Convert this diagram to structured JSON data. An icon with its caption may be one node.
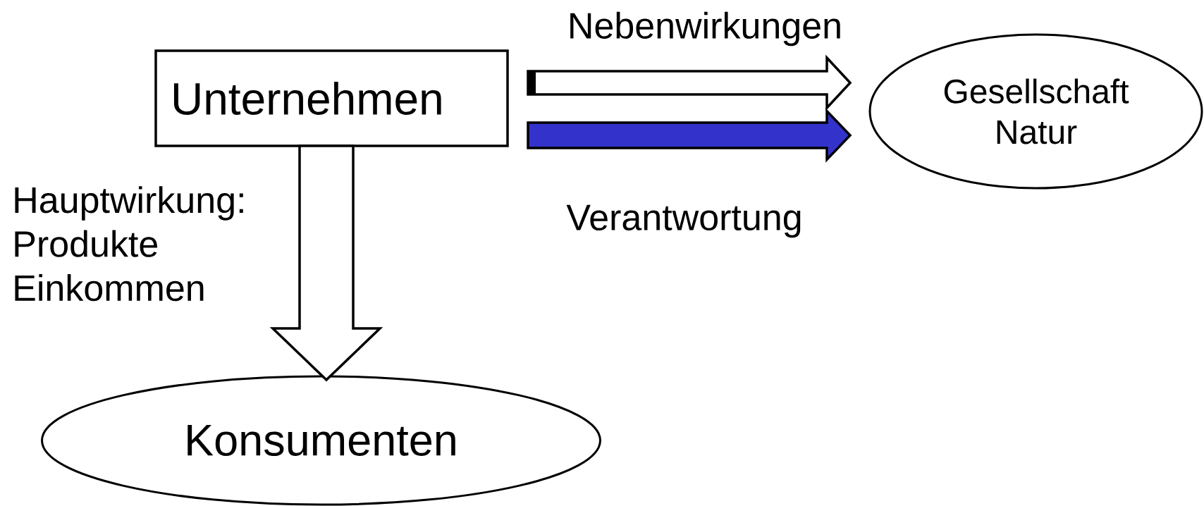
{
  "diagram": {
    "nodes": [
      {
        "text": [
          "Unternehmen"
        ]
      },
      {
        "text": [
          "Gesellschaft Natur"
        ]
      },
      {
        "text": [
          "Konsumenten"
        ]
      }
    ],
    "edges": [
      {
        "from": 0,
        "to": 2,
        "arrow": "to",
        "label": "Hauptwirkung: Produkte Einkommen"
      },
      {
        "from": 0,
        "to": 1,
        "arrow": "to",
        "label": "Nebenwirkungen"
      },
      {
        "from": 0,
        "to": 1,
        "arrow": "to",
        "label": "Verantwortung",
        "color": "#3333cc"
      }
    ]
  }
}
